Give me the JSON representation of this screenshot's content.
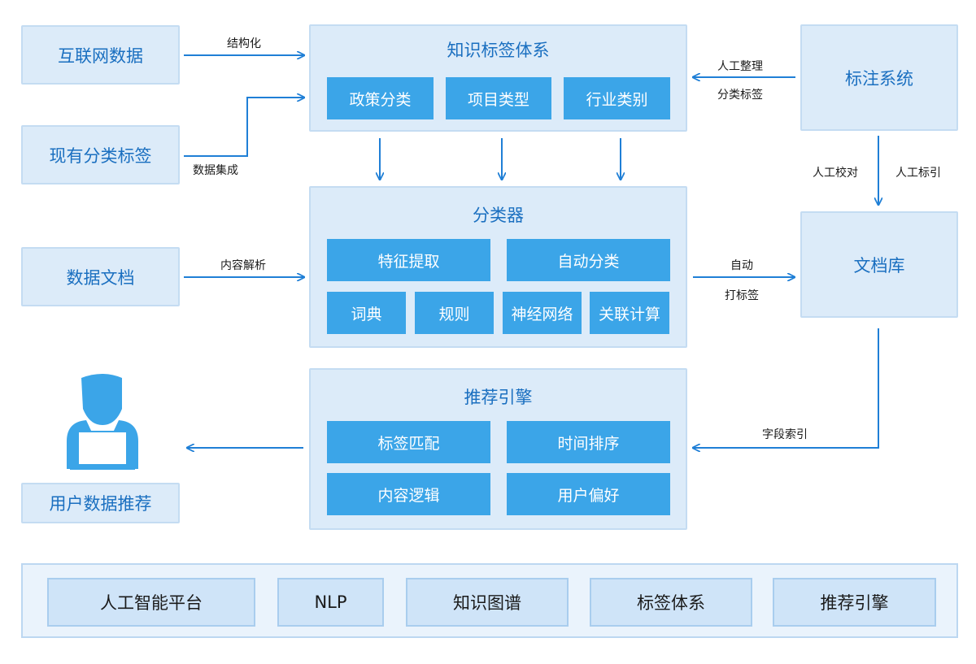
{
  "sources": {
    "internet_data": "互联网数据",
    "existing_tags": "现有分类标签",
    "data_docs": "数据文档",
    "annotation_system": "标注系统",
    "doc_library": "文档库"
  },
  "knowledge_tag_system": {
    "title": "知识标签体系",
    "items": [
      "政策分类",
      "项目类型",
      "行业类别"
    ]
  },
  "classifier": {
    "title": "分类器",
    "top_items": [
      "特征提取",
      "自动分类"
    ],
    "bottom_items": [
      "词典",
      "规则",
      "神经网络",
      "关联计算"
    ]
  },
  "recommend_engine": {
    "title": "推荐引擎",
    "items": [
      "标签匹配",
      "时间排序",
      "内容逻辑",
      "用户偏好"
    ]
  },
  "user": {
    "label": "用户数据推荐"
  },
  "edge_labels": {
    "structuring": "结构化",
    "data_integration": "数据集成",
    "content_parsing": "内容解析",
    "manual_arrange": "人工整理",
    "classification_tags": "分类标签",
    "manual_proof": "人工校对",
    "manual_index": "人工标引",
    "auto": "自动",
    "tagging": "打标签",
    "field_index": "字段索引"
  },
  "bottom_bar": [
    "人工智能平台",
    "NLP",
    "知识图谱",
    "标签体系",
    "推荐引擎"
  ],
  "colors": {
    "panel_bg": "#dcebf9",
    "chip_bg": "#3ba5e8",
    "arrow": "#1f7fd6",
    "title_text": "#1a6fc0"
  }
}
